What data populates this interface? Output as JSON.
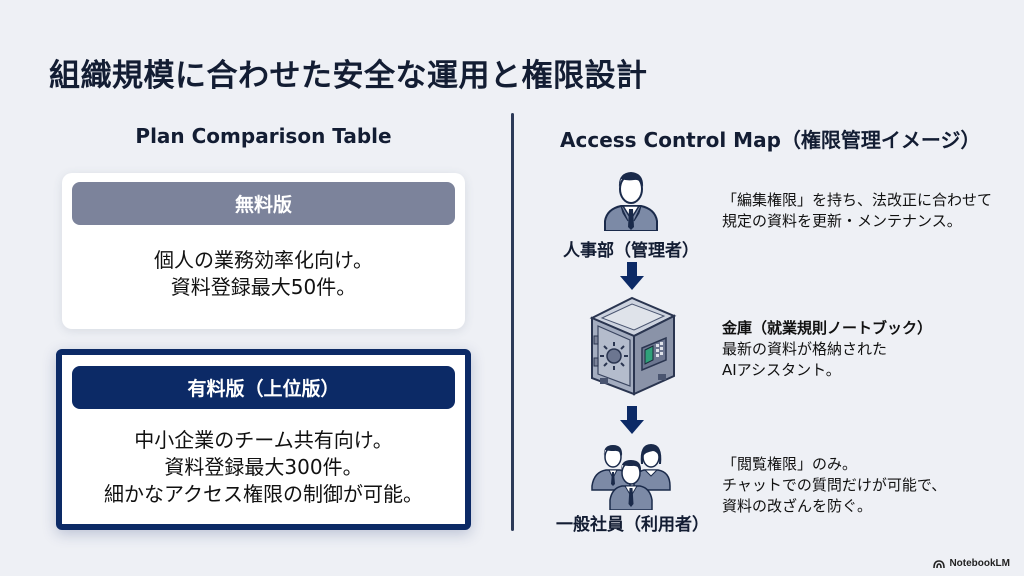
{
  "slide": {
    "title": "組織規模に合わせた安全な運用と権限設計"
  },
  "plan_comparison": {
    "title": "Plan Comparison Table",
    "plans": [
      {
        "name": "無料版",
        "lines": [
          "個人の業務効率化向け。",
          "資料登録最大50件。"
        ],
        "header_color": "#7c839b",
        "highlighted": false
      },
      {
        "name": "有料版（上位版）",
        "lines": [
          "中小企業のチーム共有向け。",
          "資料登録最大300件。",
          "細かなアクセス権限の制御が可能。"
        ],
        "header_color": "#0c2a66",
        "highlighted": true
      }
    ]
  },
  "access_map": {
    "title": "Access Control Map（権限管理イメージ）",
    "nodes": [
      {
        "icon": "admin-person-icon",
        "label": "人事部（管理者）",
        "desc_lines": [
          "「編集権限」を持ち、法改正に合わせて",
          "規定の資料を更新・メンテナンス。"
        ]
      },
      {
        "icon": "safe-icon",
        "label": "",
        "desc_title": "金庫（就業規則ノートブック）",
        "desc_lines": [
          "最新の資料が格納された",
          "AIアシスタント。"
        ]
      },
      {
        "icon": "users-group-icon",
        "label": "一般社員（利用者）",
        "desc_lines": [
          "「閲覧権限」のみ。",
          "チャットでの質問だけが可能で、",
          "資料の改ざんを防ぐ。"
        ]
      }
    ],
    "arrow_color": "#0c2a66"
  },
  "branding": {
    "label": "NotebookLM"
  },
  "colors": {
    "background": "#eef0f5",
    "navy": "#0c2a66",
    "gray_header": "#7c839b",
    "text": "#131d33"
  }
}
